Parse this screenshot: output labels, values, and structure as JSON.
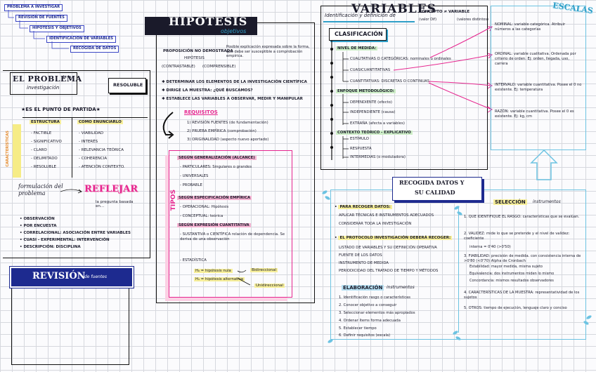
{
  "breadcrumb": [
    "PROBLEMA A INVESTIGAR",
    "REVISIÓN DE FUENTES",
    "HIPÓTESIS Y OBJETIVOS",
    "IDENTIFICACIÓN DE VARIABLES",
    "RECOGIDA DE DATOS"
  ],
  "problema": {
    "title": "EL PROBLEMA",
    "title_suffix": "de la",
    "subtitle": "investigación",
    "resoluble": "RESOLUBLE",
    "punto_partida": "★ES EL PUNTO DE PARTIDA★",
    "caracteristicas_label": "CARACTERÍSTICAS",
    "table": {
      "headers": [
        "ESTRUCTURA",
        "COMO ENUNCIARLO"
      ],
      "left": [
        "- FACTIBLE",
        "- SIGNIFICATIVO",
        "- CLARO",
        "- DELIMITADO",
        "- RESOLUBLE"
      ],
      "right": [
        "- VIABILIDAD",
        "- INTERÉS",
        "- RELEVANCIA TEÓRICA",
        "- COHERENCIA",
        "- ATENCIÓN CONTEXTO."
      ]
    },
    "formulacion": "formulación del problema",
    "reflejar": "REFLEJAR",
    "reflejar_sub": "la pregunta basada en...",
    "list": [
      "OBSERVACIÓN",
      "POR ENCUESTA",
      "CORRELACIONAL: ASOCIACIÓN ENTRE VARIABLES",
      "CUASI - EXPERIMENTAL: INTERVENCIÓN",
      "DESCRIPCIÓN: DISCIPLINA"
    ]
  },
  "revision": {
    "title": "REVISIÓN",
    "suffix": "de fuentes"
  },
  "hipotesis": {
    "title": "HIPÓTESIS",
    "subtitle": "objetivos",
    "intro_a": "PROPOSICIÓN NO DEMOSTRADA",
    "intro_b": "Posible explicación expresada sobre la forma, que debe ser susceptible a comprobación empírica.",
    "tags": [
      "CONTRASTABLE",
      "HIPÓTESIS",
      "COMPRENSIBLE"
    ],
    "bullets": [
      "DETERMINAR LOS ELEMENTOS DE LA INVESTIGACIÓN CIENTÍFICA",
      "DIRIGE LA MUESTRA: ¿QUÉ BUSCAMOS?",
      "ESTABLECE LAS VARIABLES A OBSERVAR, MEDIR Y MANIPULAR"
    ],
    "requisitos_title": "REQUISITOS",
    "requisitos": [
      "1) REVISIÓN FUENTES (de fundamentación)",
      "2) PRUEBA EMPÍRICA (comprobación)",
      "3) ORIGINALIDAD (aspecto nuevo aportado)"
    ],
    "tipos_label": "TIPOS",
    "tipos": [
      "SEGÚN GENERALIZACIÓN (ALCANCE)",
      "- PARTICULARES: Singulares o grandes",
      "- UNIVERSALES",
      "- PROBABLE",
      "SEGÚN ESPECIFICACIÓN EMPÍRICA",
      "- OPERACIONAL: Hipótesis",
      "- CONCEPTUAL: teórica",
      "SEGÚN EXPRESIÓN CUANTITATIVA",
      "- SUSTANTIVA o CIENTÍFICA relación de dependencia. Se deriva de una observación",
      "- ESTADÍSTICA"
    ],
    "h0": "H₀ = hipótesis nula",
    "h1": "H₁ = hipótesis alternativa",
    "bidireccional": "Bidireccional",
    "unidireccional": "Unidireccional"
  },
  "variables": {
    "title": "VARIABLES",
    "title_prefix": "Identificación y definición de",
    "concepto": "CONCEPTO ≠ VARIABLE",
    "concepto_note": "(valor Dif)",
    "concepto_note2": "(valores distintos)",
    "clasificacion": "CLASIFICACIÓN",
    "items": [
      "NIVEL DE MEDIDA:",
      "CUALITATIVAS O CATEGÓRICAS: nominales u ordinales",
      "CUASICUANTITATIVAS",
      "CUANTITATIVAS: DISCRETAS O CONTINUAS",
      "ENFOQUE METODOLÓGICO:",
      "DEPENDIENTE (efecto)",
      "INDEPENDIENTE (causa)",
      "EXTRAÑA (afecta a variables)",
      "CONTEXTO TEÓRICO - EXPLICATIVO",
      "ESTÍMULO",
      "RESPUESTA",
      "INTERMEDIAS (o moduladora)"
    ]
  },
  "escalas": {
    "title": "ESCALAS",
    "items": [
      "NOMINAL: variable categórica. Atribuir números a las categorías",
      "ORDINAL: variable cualitativa. Ordenada por criterio de orden. Ej: orden, llegada, uso, carrera",
      "INTERVALO: variable cuantitativa. Posee el 0 no existente. Ej: temperatura",
      "RAZÓN: variable cuantitativa. Posee el 0 es existente. Ej: kg, cm"
    ]
  },
  "recogida": {
    "title": "RECOGIDA DATOS Y",
    "title2": "SU CALIDAD",
    "para_recoger": "PARA RECOGER DATOS:",
    "para_recoger_lines": [
      "APLICAR TÉCNICAS E INSTRUMENTOS ADECUADOS",
      "CONSIDERAR TODA LA INVESTIGACIÓN"
    ],
    "protocolo": "EL PROTOCOLO INVESTIGACIÓN DEBERÁ RECOGER:",
    "protocolo_lines": [
      "LISTADO DE VARIABLES Y SU DEFINICIÓN OPERATIVA",
      "FUENTE DE LOS DATOS",
      "INSTRUMENTO DE MEDIDA",
      "PERIODICIDAD DEL TRATADO DE TIEMPO Y MÉTODOS"
    ],
    "elaboracion": "ELABORACIÓN",
    "elaboracion_suffix": "instrumentos",
    "elaboracion_lines": [
      "1. Identificación rasgo o características",
      "2. Conocer objetivo a conseguir",
      "3. Seleccionar elementos más apropiados",
      "4. Ordenar ítems forma adecuada",
      "5. Establecer tiempo",
      "6. Definir requisitos (escala)"
    ],
    "seleccion": "SELECCIÓN",
    "seleccion_suffix": "instrumentos",
    "seleccion_lines": [
      "1. QUE IDENTIFIQUE EL RASGO: características que se evalúan.",
      "2. VALIDEZ: mide lo que se pretende y el nivel de validez: coeficiente",
      "interna = 0'40 (>0'50)",
      "3. FIABILIDAD: precisión de medida. con consistencia interna de >0'80 (<0'70) Alpha de Cronbach",
      "Estabilidad: mayor medida, misma sujeto",
      "Equivalencia: dos instrumentos miden lo mismo",
      "Concordancia: mismos resultados observadores",
      "4. CARACTERÍSTICAS DE LA MUESTRA: representatividad de los sujetos",
      "5. OTROS: tiempo de ejecución, lenguaje claro y conciso"
    ]
  }
}
